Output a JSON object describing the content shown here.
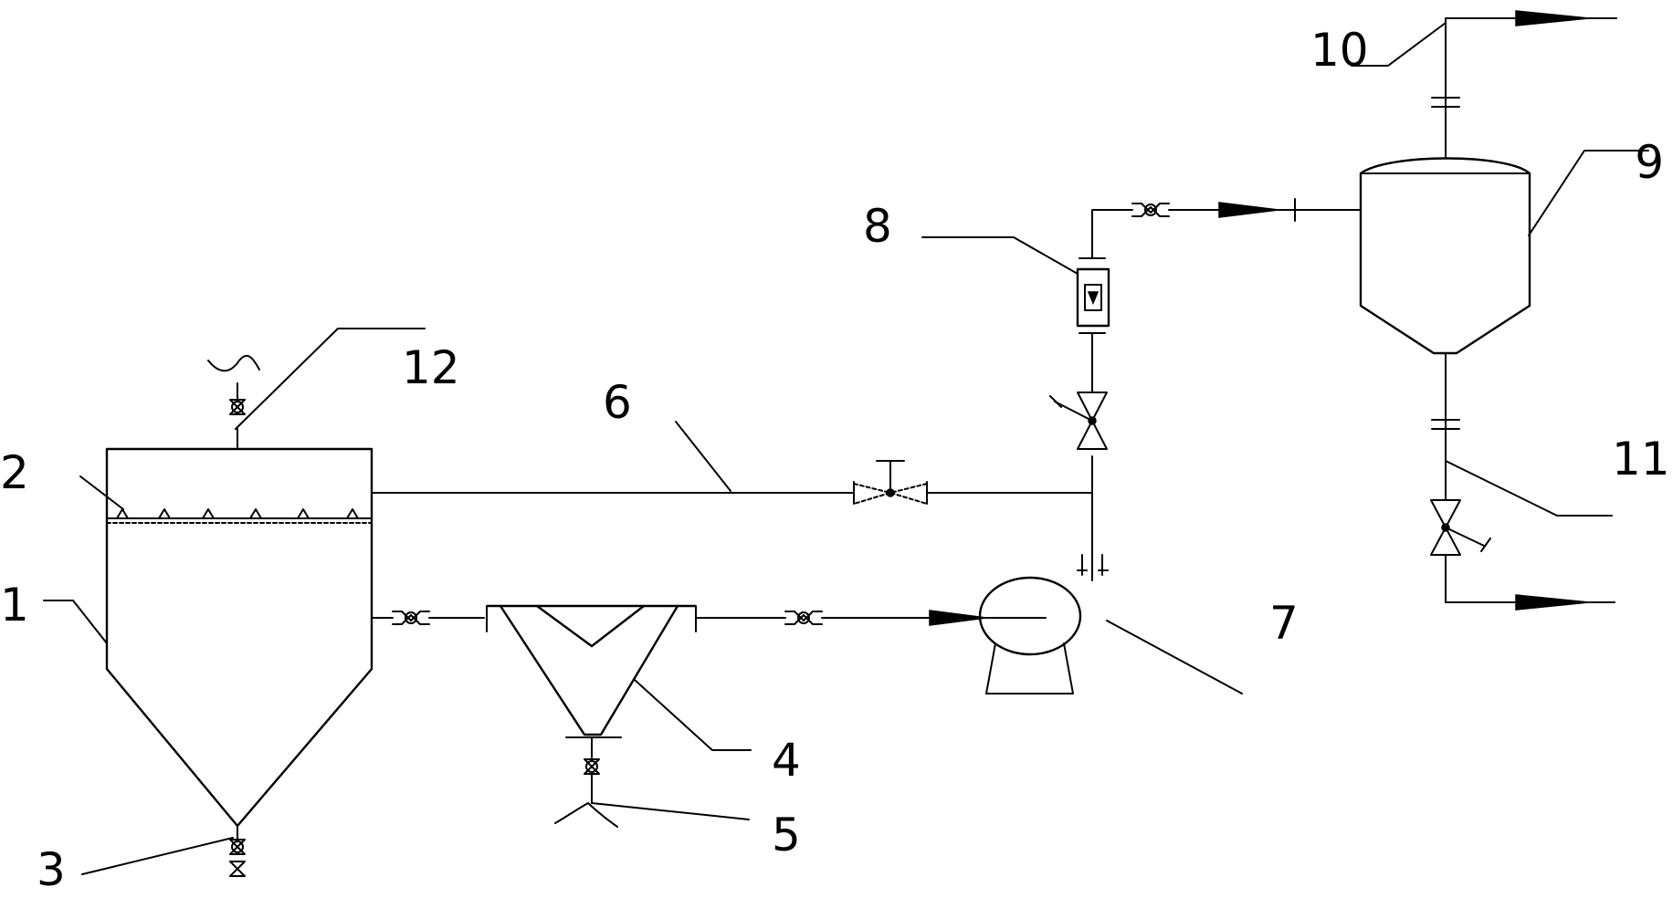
{
  "labels": {
    "tank": "1",
    "distributor": "2",
    "tank_drain": "3",
    "separator": "4",
    "separator_drain": "5",
    "return_line": "6",
    "pump": "7",
    "flowmeter": "8",
    "vessel": "9",
    "vessel_top_outlet": "10",
    "vessel_bottom_outlet": "11",
    "tank_top_vent": "12"
  }
}
